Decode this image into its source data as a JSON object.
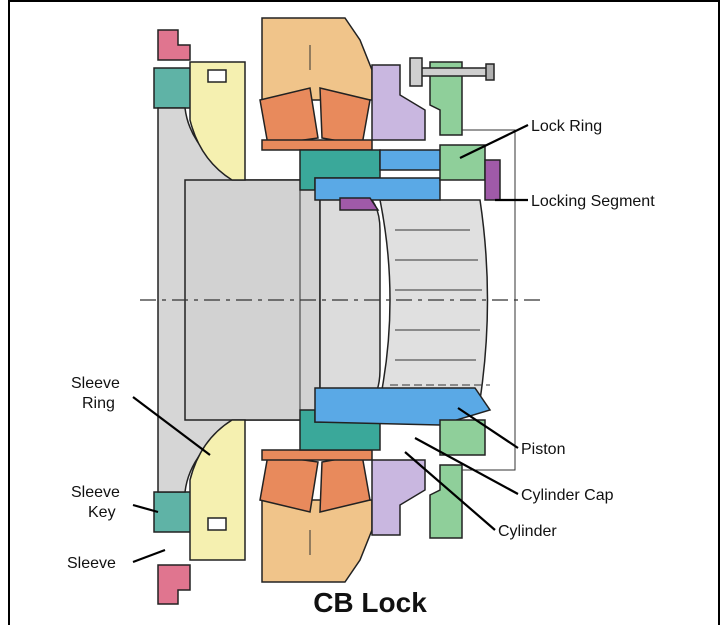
{
  "title": "CB Lock",
  "labels": {
    "lock_ring": "Lock Ring",
    "locking_segment": "Locking Segment",
    "piston": "Piston",
    "cylinder_cap": "Cylinder Cap",
    "cylinder": "Cylinder",
    "sleeve_ring_1": "Sleeve",
    "sleeve_ring_2": "Ring",
    "sleeve_key_1": "Sleeve",
    "sleeve_key_2": "Key",
    "sleeve": "Sleeve"
  },
  "colors": {
    "sleeve": "#e0758f",
    "sleeve_key": "#5fb3a6",
    "sleeve_ring": "#f5f0b0",
    "bearing_housing": "#f0c48a",
    "bearing_roller": "#e88a5c",
    "hub": "#d8d8d8",
    "piston": "#5aa9e6",
    "cylinder": "#3aa89a",
    "cylinder_cap": "#c9b7e0",
    "lock_ring": "#8fcf9a",
    "locking_segment": "#a05aa8",
    "pink_parts": "#e6b3d9"
  }
}
